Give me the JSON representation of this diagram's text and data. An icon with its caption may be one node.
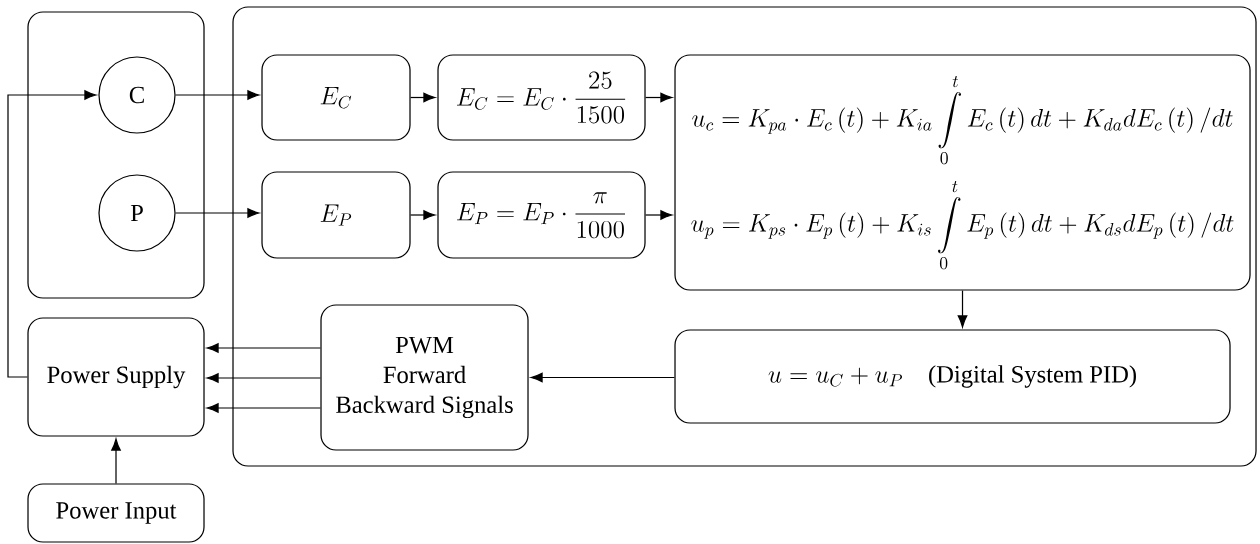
{
  "diagram": {
    "nodes": [
      {
        "text": [],
        "shape": "box"
      },
      {
        "text": [
          "C"
        ],
        "in": 0
      },
      {
        "text": [
          "P"
        ],
        "in": 0
      },
      {
        "text": [],
        "shape": "box"
      },
      {
        "text": [
          "E_C"
        ],
        "in": 3
      },
      {
        "text": [
          "E_C = E_C \\cdot \\dfrac{25}{1500}"
        ],
        "in": 3
      },
      {
        "text": [
          "E_P"
        ],
        "in": 3
      },
      {
        "text": [
          "E_P = E_P \\cdot \\dfrac{\\pi}{1000}"
        ],
        "in": 3
      },
      {
        "text": [
          "u_c = K_{pa} \\cdot E_c\\left(t\\right) + K_{ia}\\int\\limits_0^t E_c\\left(t\\right)dt + K_{da} dE_c\\left(t\\right)/dt",
          "u_p = K_{ps} \\cdot E_p\\left(t\\right) + K_{is}\\int\\limits_0^t E_p\\left(t\\right)dt + K_{ds} dE_p\\left(t\\right)/dt"
        ],
        "in": 3
      },
      {
        "text": [
          "u = u_C + u_P \\quad \\text{(Digital System PID)}"
        ],
        "in": 3
      },
      {
        "text": [
          "PWM",
          "Forward",
          "Backward Signals"
        ],
        "in": 3
      },
      {
        "text": [
          "Power Supply"
        ]
      },
      {
        "text": [
          "Power Input"
        ]
      }
    ],
    "edges": [
      {
        "from": 11,
        "to": 1,
        "arrow": "to"
      },
      {
        "from": 1,
        "to": 4,
        "arrow": "to"
      },
      {
        "from": 2,
        "to": 6,
        "arrow": "to"
      },
      {
        "from": 4,
        "to": 5,
        "arrow": "to"
      },
      {
        "from": 6,
        "to": 7,
        "arrow": "to"
      },
      {
        "from": 5,
        "to": 8,
        "arrow": "to"
      },
      {
        "from": 7,
        "to": 8,
        "arrow": "to"
      },
      {
        "from": 8,
        "to": 9,
        "arrow": "to"
      },
      {
        "from": 9,
        "to": 10,
        "arrow": "to"
      },
      {
        "from": 10,
        "to": 11,
        "arrow": "to"
      },
      {
        "from": 10,
        "to": 11,
        "arrow": "to"
      },
      {
        "from": 10,
        "to": 11,
        "arrow": "to"
      },
      {
        "from": 12,
        "to": 11,
        "arrow": "to"
      }
    ]
  }
}
